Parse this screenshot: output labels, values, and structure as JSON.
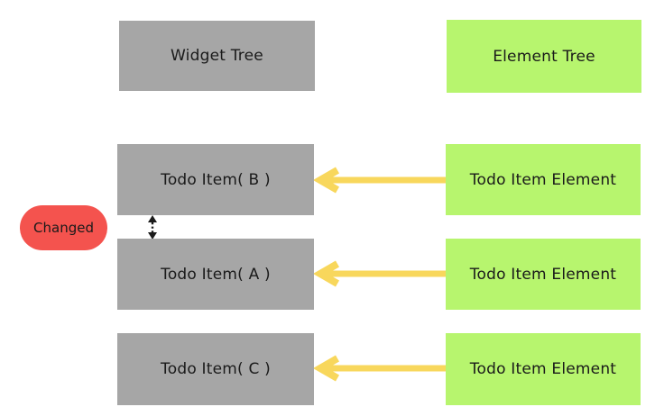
{
  "diagram": {
    "headers": {
      "widget_tree": "Widget Tree",
      "element_tree": "Element Tree"
    },
    "changed_badge": {
      "label": "Changed"
    },
    "rows": [
      {
        "widget": "Todo Item( B )",
        "element": "Todo Item Element"
      },
      {
        "widget": "Todo Item( A )",
        "element": "Todo Item Element"
      },
      {
        "widget": "Todo Item( C )",
        "element": "Todo Item Element"
      }
    ]
  },
  "colors": {
    "widget_box": "#a6a6a6",
    "element_box": "#b7f56e",
    "changed_badge": "#f4534e",
    "arrow": "#f8d75c",
    "text": "#1a1a1a",
    "bg": "#ffffff"
  }
}
